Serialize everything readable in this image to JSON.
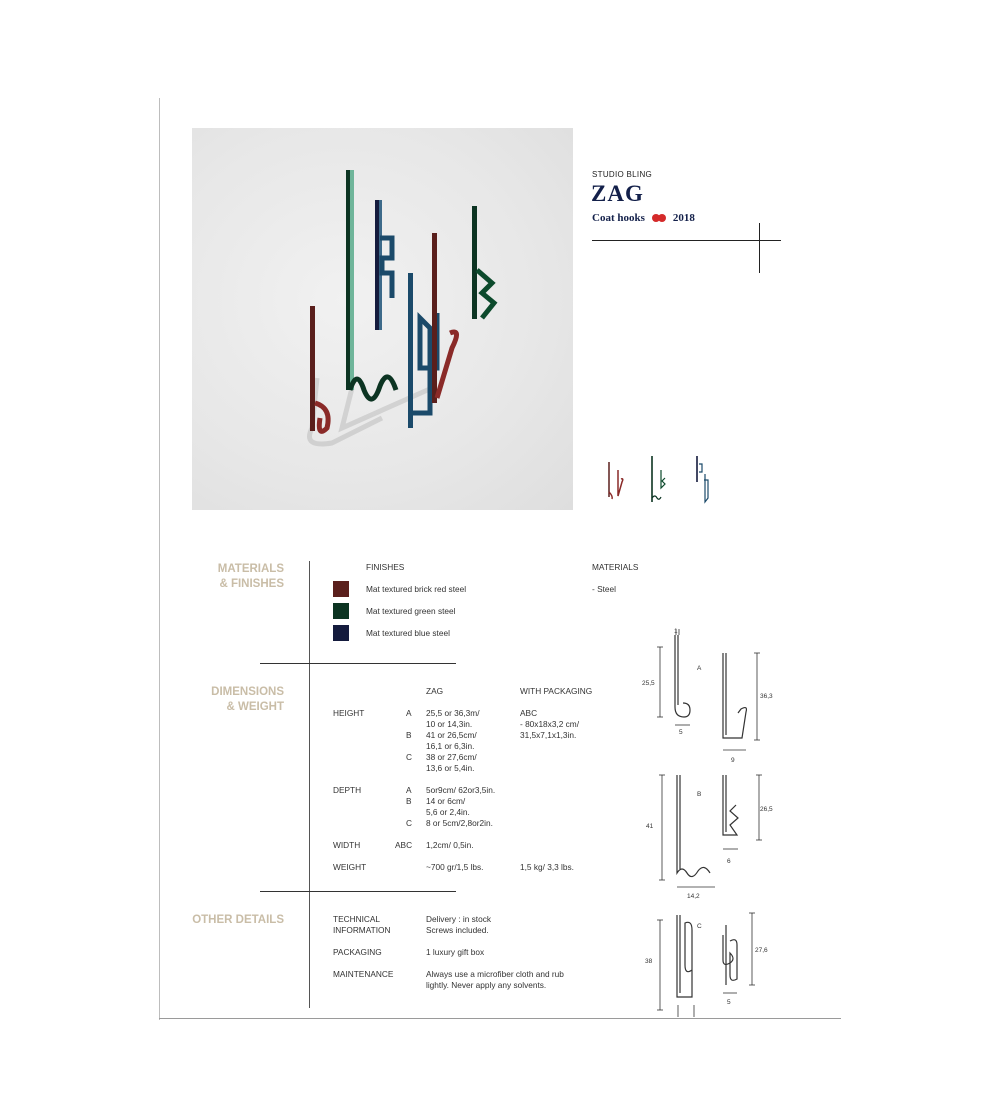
{
  "header": {
    "brand": "STUDIO BLING",
    "product_name": "ZAG",
    "category": "Coat hooks",
    "year": "2018",
    "dot_color": "#d42a2a"
  },
  "colors": {
    "brick_red": "#5a1f1c",
    "green": "#0c3422",
    "blue": "#141b3d",
    "label_gold": "#c9bda7"
  },
  "materials_finishes": {
    "label_line1": "MATERIALS",
    "label_line2": "& FINISHES",
    "finishes_header": "FINISHES",
    "materials_header": "MATERIALS",
    "finishes": [
      "Mat textured brick red steel",
      "Mat textured green steel",
      "Mat textured blue steel"
    ],
    "materials": [
      "- Steel"
    ]
  },
  "dimensions": {
    "label_line1": "DIMENSIONS",
    "label_line2": "& WEIGHT",
    "col_zag": "ZAG",
    "col_packaging": "WITH PACKAGING",
    "height_label": "HEIGHT",
    "height_rows": [
      {
        "key": "A",
        "line1": "25,5 or 36,3m/",
        "line2": "10 or 14,3in."
      },
      {
        "key": "B",
        "line1": "41 or 26,5cm/",
        "line2": "16,1 or 6,3in."
      },
      {
        "key": "C",
        "line1": "38 or 27,6cm/",
        "line2": "13,6 or 5,4in."
      }
    ],
    "height_packaging": [
      "ABC",
      "- 80x18x3,2 cm/",
      "31,5x7,1x1,3in."
    ],
    "depth_label": "DEPTH",
    "depth_rows": [
      {
        "key": "A",
        "line1": "5or9cm/ 62or3,5in."
      },
      {
        "key": "B",
        "line1": "14 or 6cm/",
        "line2": "5,6 or 2,4in."
      },
      {
        "key": "C",
        "line1": "8 or 5cm/2,8or2in."
      }
    ],
    "width_label": "WIDTH",
    "width_key": "ABC",
    "width_value": "1,2cm/ 0,5in.",
    "weight_label": "WEIGHT",
    "weight_value": "~700 gr/1,5 lbs.",
    "weight_packaging": "1,5 kg/ 3,3 lbs."
  },
  "other_details": {
    "label": "OTHER DETAILS",
    "technical_label_1": "TECHNICAL",
    "technical_label_2": "INFORMATION",
    "technical_1": "Delivery : in stock",
    "technical_2": "Screws included.",
    "packaging_label": "PACKAGING",
    "packaging_value": "1 luxury gift box",
    "maintenance_label": "MAINTENANCE",
    "maintenance_1": "Always use a microfiber cloth and rub",
    "maintenance_2": "lightly. Never apply any solvents."
  },
  "drawings": {
    "a": {
      "letter": "A",
      "top": "1",
      "left_height": "25,5",
      "left_width": "5",
      "right_height": "36,3",
      "right_width": "9"
    },
    "b": {
      "letter": "B",
      "left_height": "41",
      "left_width": "14,2",
      "right_height": "26,5",
      "right_width": "6"
    },
    "c": {
      "letter": "C",
      "left_height": "38",
      "right_height": "27,6",
      "right_width": "5"
    }
  }
}
